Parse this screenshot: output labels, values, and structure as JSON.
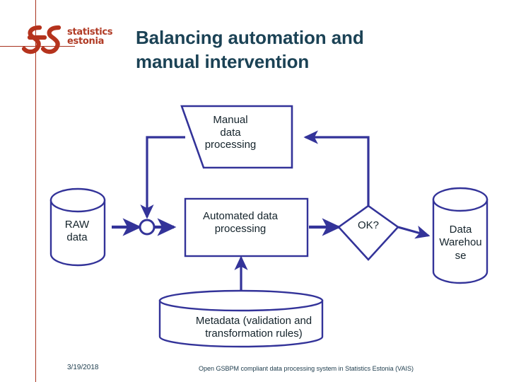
{
  "slide": {
    "title": "Balancing automation and manual intervention",
    "title_line1": "Balancing automation and",
    "title_line2": "manual intervention",
    "brand_color": "#a8321e",
    "title_color": "#1b4255",
    "diagram_color": "#333399"
  },
  "logo": {
    "mark": "es-monogram",
    "word_line1": "statistics",
    "word_line2": "estonia"
  },
  "diagram": {
    "nodes": [
      {
        "id": "raw-data",
        "shape": "cylinder",
        "label": "RAW\ndata"
      },
      {
        "id": "merge",
        "shape": "circle",
        "label": ""
      },
      {
        "id": "manual",
        "shape": "trapezoid",
        "label": "Manual\ndata\nprocessing"
      },
      {
        "id": "automated",
        "shape": "rectangle",
        "label": "Automated data\nprocessing"
      },
      {
        "id": "ok",
        "shape": "diamond",
        "label": "OK?"
      },
      {
        "id": "data-warehouse",
        "shape": "cylinder",
        "label": "Data\nWarehou\nse"
      },
      {
        "id": "metadata",
        "shape": "cylinder",
        "label": "Metadata (validation and\ntransformation rules)"
      }
    ],
    "edges": [
      {
        "from": "raw-data",
        "to": "merge"
      },
      {
        "from": "merge",
        "to": "automated"
      },
      {
        "from": "automated",
        "to": "ok"
      },
      {
        "from": "ok",
        "to": "data-warehouse"
      },
      {
        "from": "ok",
        "to": "manual"
      },
      {
        "from": "manual",
        "to": "merge"
      },
      {
        "from": "metadata",
        "to": "automated"
      }
    ]
  },
  "footer": {
    "date": "3/19/2018",
    "text": "Open GSBPM compliant data processing system in Statistics Estonia (VAIS)"
  }
}
